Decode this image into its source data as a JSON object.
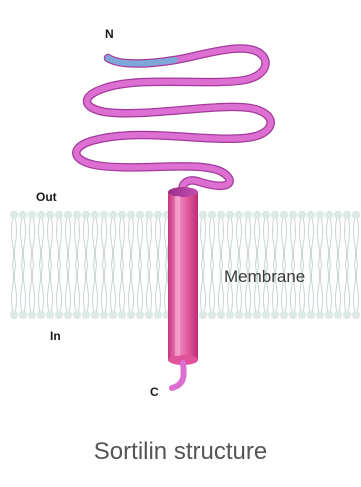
{
  "labels": {
    "n_terminus": "N",
    "c_terminus": "C",
    "outside": "Out",
    "inside": "In",
    "membrane": "Membrane"
  },
  "caption": "Sortilin structure",
  "colors": {
    "protein_chain": "#d35bc6",
    "n_terminal_segment": "#7fa6d8",
    "helix_main": "#e0529a",
    "membrane_head": "#dde9e4",
    "membrane_tail": "#c9d5d1",
    "background": "#ffffff"
  }
}
